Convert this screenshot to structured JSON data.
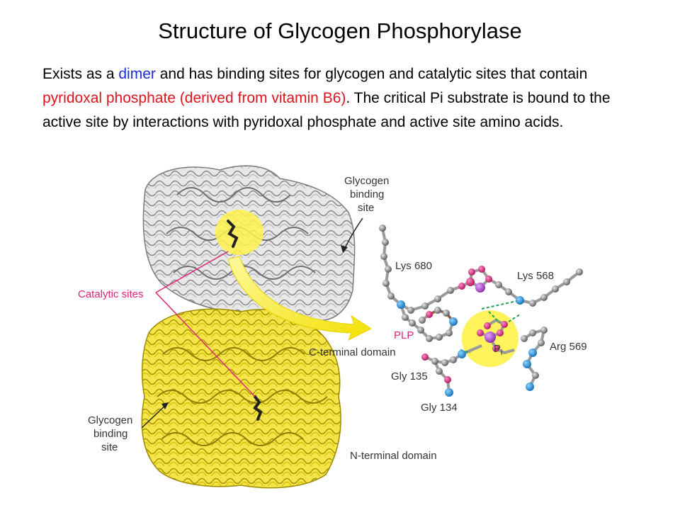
{
  "title": "Structure of Glycogen Phosphorylase",
  "paragraph": {
    "t1": "Exists as a ",
    "dimer": "dimer",
    "t2": " and has binding sites for glycogen and catalytic sites that contain ",
    "pyridoxal": "pyridoxal phosphate (derived from vitamin B6)",
    "t3": ". The critical Pi substrate is bound to the active site by interactions with pyridoxal phosphate and active site amino acids."
  },
  "figure_labels": {
    "glycogen_top_1": "Glycogen",
    "glycogen_top_2": "binding",
    "glycogen_top_3": "site",
    "catalytic_sites": "Catalytic sites",
    "c_terminal": "C-terminal domain",
    "n_terminal": "N-terminal domain",
    "glycogen_bottom_1": "Glycogen",
    "glycogen_bottom_2": "binding",
    "glycogen_bottom_3": "site",
    "lys680": "Lys 680",
    "lys568": "Lys 568",
    "plp": "PLP",
    "pi": "P",
    "pi_sub": "i",
    "arg569": "Arg 569",
    "gly135": "Gly 135",
    "gly134": "Gly 134"
  },
  "colors": {
    "blue_emphasis": "#1d2ed6",
    "red_emphasis": "#e0141e",
    "pink_label": "#e0247a",
    "protein_gray": "#c9c9c9",
    "protein_yellow": "#f0dc28",
    "highlight_yellow": "#fff24a"
  }
}
